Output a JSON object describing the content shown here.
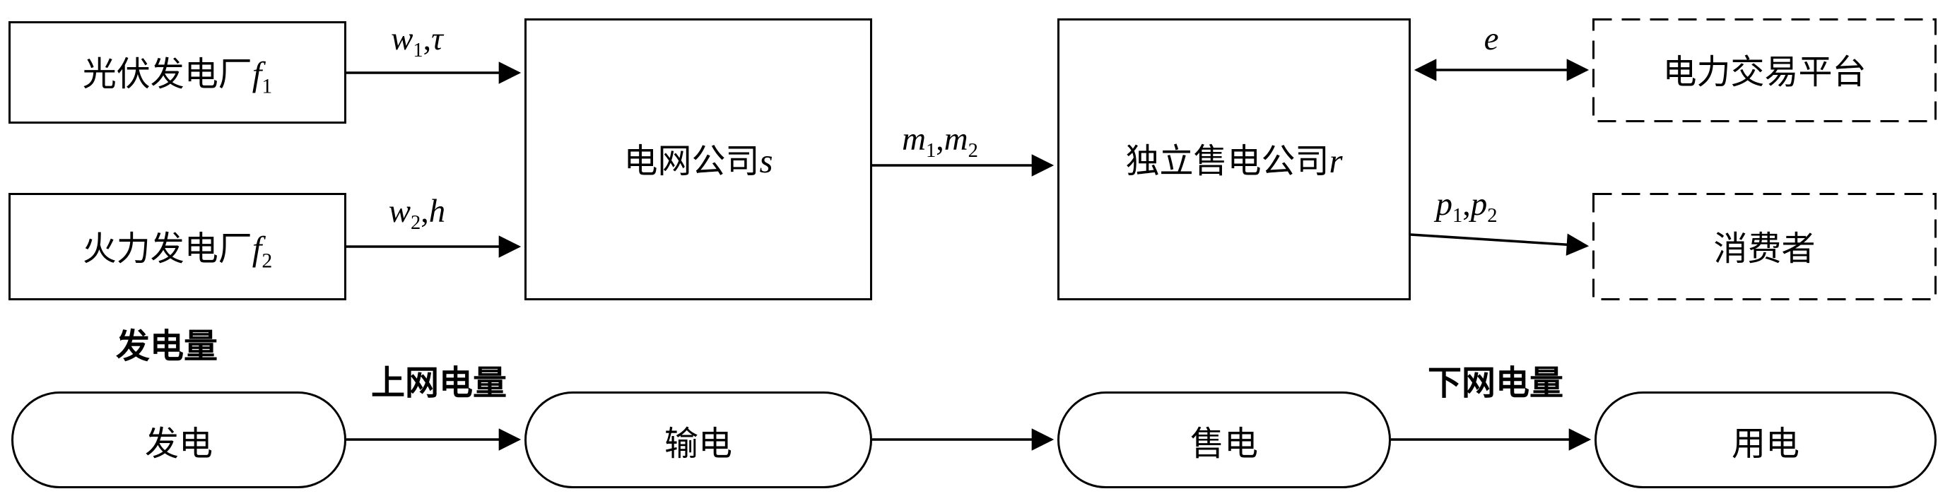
{
  "diagram": {
    "boxes": {
      "pv_plant": {
        "text": "光伏发电厂",
        "var": "f",
        "sub": "1"
      },
      "thermal_plant": {
        "text": "火力发电厂",
        "var": "f",
        "sub": "2"
      },
      "grid_company": {
        "text": "电网公司",
        "var": "s",
        "sub": ""
      },
      "retailer": {
        "text": "独立售电公司",
        "var": "r",
        "sub": ""
      },
      "trading_platform": {
        "text": "电力交易平台",
        "var": "",
        "sub": ""
      },
      "consumers": {
        "text": "消费者",
        "var": "",
        "sub": ""
      }
    },
    "edge_labels": {
      "pv_to_grid": {
        "v1": "w",
        "s1": "1",
        "sep": ",",
        "v2": "τ",
        "s2": ""
      },
      "thermal_to_grid": {
        "v1": "w",
        "s1": "2",
        "sep": ",",
        "v2": "h",
        "s2": ""
      },
      "grid_to_retailer": {
        "v1": "m",
        "s1": "1",
        "sep": ",",
        "v2": "m",
        "s2": "2"
      },
      "retailer_platform": {
        "v1": "e",
        "s1": "",
        "sep": "",
        "v2": "",
        "s2": ""
      },
      "retailer_to_consumers": {
        "v1": "p",
        "s1": "1",
        "sep": ",",
        "v2": "p",
        "s2": "2"
      }
    },
    "flow_nodes": [
      {
        "label": "发电"
      },
      {
        "label": "输电"
      },
      {
        "label": "售电"
      },
      {
        "label": "用电"
      }
    ],
    "flow_annotations": {
      "generation_amount": "发电量",
      "grid_feed_in": "上网电量",
      "grid_off_take": "下网电量"
    },
    "colors": {
      "line": "#000000",
      "background": "#ffffff"
    }
  }
}
